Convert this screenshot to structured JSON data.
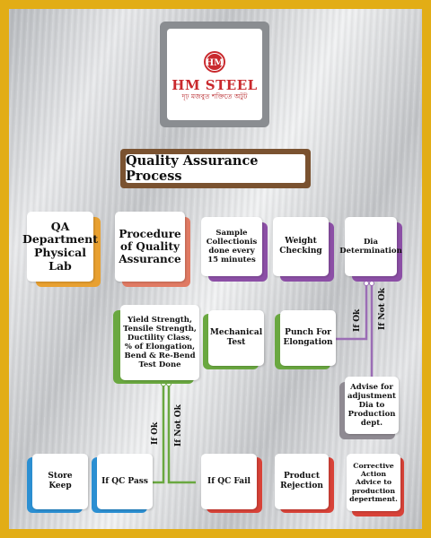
{
  "brand": {
    "name": "HM STEEL",
    "tagline": "দৃঢ় মজবুত শক্তিতে অটুট",
    "mark": "HM"
  },
  "title": "Quality Assurance Process",
  "nodes": {
    "qa_department": "QA Department Physical Lab",
    "procedure": "Procedure of Quality Assurance",
    "sample_collection": "Sample Collectionis done every 15 minutes",
    "weight_checking": "Weight Checking",
    "dia_determination": "Dia Determination",
    "yield_strength": "Yield Strength, Tensile Strength, Ductility Class, % of Elongation, Bend & Re-Bend Test Done",
    "mechanical_test": "Mechanical Test",
    "punch_elongation": "Punch For Elongation",
    "advise_adjustment": "Advise for adjustment Dia to Production dept.",
    "store_keep": "Store Keep",
    "qc_pass": "If QC Pass",
    "qc_fail": "If QC Fail",
    "product_rejection": "Product Rejection",
    "corrective_action": "Corrective Action Advice to production depertment."
  },
  "branch_labels": {
    "dia_ok": "If Ok",
    "dia_not_ok": "If Not Ok",
    "test_ok": "If Ok",
    "test_not_ok": "If Not Ok"
  },
  "colors": {
    "frame_gold": "#e2ad16",
    "title_brown": "#7a5230",
    "orange": "#e8a030",
    "salmon": "#e07a63",
    "purple": "#8c4fa6",
    "gray_purple": "#8f8a92",
    "green": "#6aa840",
    "blue": "#2b8fd2",
    "red": "#d84238",
    "line_green": "#6aa840",
    "line_purple": "#9b6db5"
  }
}
